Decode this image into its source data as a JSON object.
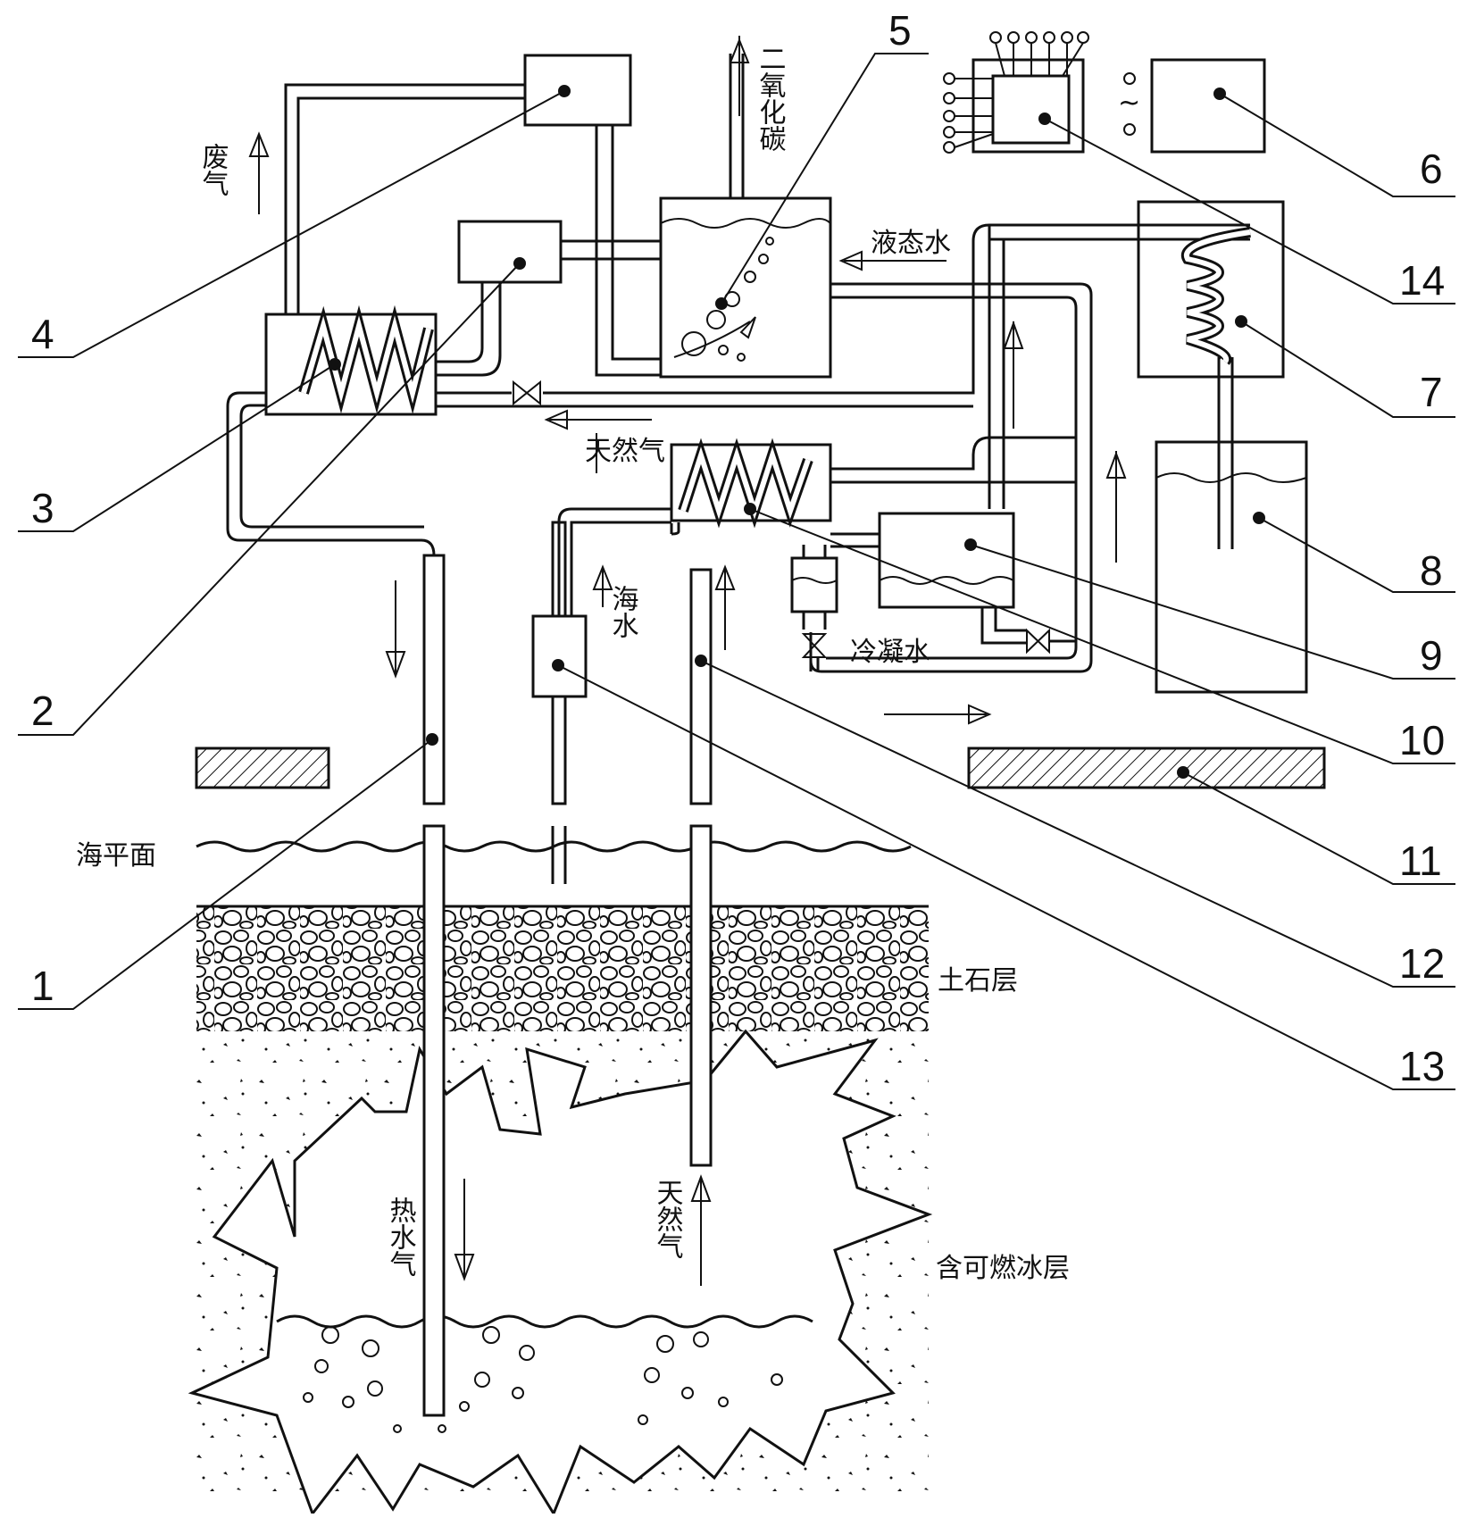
{
  "texts": {
    "waste_gas": "废气",
    "co2": "二氧化碳",
    "liquid_water": "液态水",
    "natural_gas_top": "天然气",
    "sea_water": "海水",
    "condensed_water": "冷凝水",
    "sea_level": "海平面",
    "soil_rock_layer": "土石层",
    "hydrate_layer": "含可燃冰层",
    "hot_steam": "热水气",
    "natural_gas_bottom": "天然气"
  },
  "ac_symbol": "~",
  "callouts": [
    "1",
    "2",
    "3",
    "4",
    "5",
    "6",
    "7",
    "8",
    "9",
    "10",
    "11",
    "12",
    "13",
    "14"
  ],
  "colors": {
    "line": "#111111",
    "background": "#ffffff",
    "hatch": "#111111"
  }
}
